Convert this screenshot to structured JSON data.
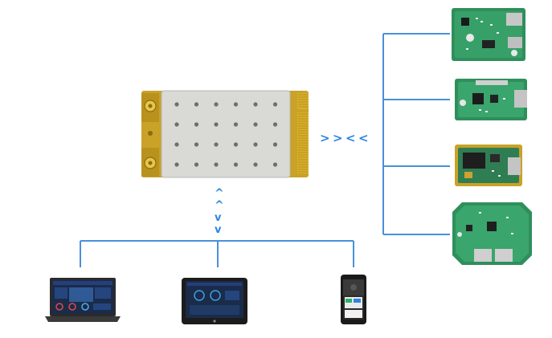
{
  "colors": {
    "connector": "#4a90d9",
    "arrow": "#2e86de",
    "module_shield": "#d9d9d6",
    "module_pcb": "#c9a227",
    "board_green": "#2f8f5b",
    "screen_blue": "#1b2b4a"
  },
  "horizontal_arrows": [
    ">",
    ">",
    "<",
    "<"
  ],
  "vertical_arrows": [
    "^",
    "^",
    "v",
    "v"
  ],
  "module": {
    "icon": "wifi-module-icon",
    "shield_holes_rows": 4,
    "shield_holes_cols": 6
  },
  "boards": [
    {
      "icon": "pcb-board-icon"
    },
    {
      "icon": "pcb-board-icon"
    },
    {
      "icon": "pcb-board-icon"
    },
    {
      "icon": "pcb-board-icon"
    }
  ],
  "devices": [
    {
      "icon": "laptop-icon"
    },
    {
      "icon": "tablet-icon"
    },
    {
      "icon": "smartphone-icon"
    }
  ]
}
